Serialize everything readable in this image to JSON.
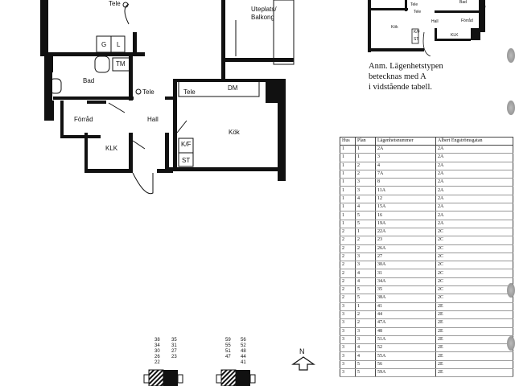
{
  "floor_plan": {
    "rooms": {
      "tele_top": "Tele",
      "balcony": "Uteplats/\nBalkong",
      "g": "G",
      "l": "L",
      "tm": "TM",
      "bad": "Bad",
      "tele_hall": "Tele",
      "dm": "DM",
      "tele_kitchen": "Tele",
      "forrad": "Förråd",
      "hall": "Hall",
      "kok": "Kök",
      "kf": "K/F",
      "st": "ST",
      "klk": "KLK"
    }
  },
  "small_plan": {
    "rooms": {
      "tele1": "Tele",
      "bad": "Bad",
      "tele2": "Tele",
      "hall": "Hall",
      "forrad": "Förråd",
      "kok": "Kök",
      "klk": "KLK",
      "kf": "K/F",
      "st": "ST"
    }
  },
  "note": [
    "Anm. Lägenhetstypen",
    "betecknas med A",
    "i vidstående tabell."
  ],
  "table": {
    "headers": [
      "Hus",
      "Plan",
      "Lägenhetsnummer",
      "Albert Engströmsgatan"
    ],
    "rows": [
      [
        "1",
        "1",
        "2A",
        "2A"
      ],
      [
        "1",
        "1",
        "3",
        "2A"
      ],
      [
        "1",
        "2",
        "4",
        "2A"
      ],
      [
        "1",
        "2",
        "7A",
        "2A"
      ],
      [
        "1",
        "3",
        "8",
        "2A"
      ],
      [
        "1",
        "3",
        "11A",
        "2A"
      ],
      [
        "1",
        "4",
        "12",
        "2A"
      ],
      [
        "1",
        "4",
        "15A",
        "2A"
      ],
      [
        "1",
        "5",
        "16",
        "2A"
      ],
      [
        "1",
        "5",
        "19A",
        "2A"
      ],
      [
        "2",
        "1",
        "22A",
        "2C"
      ],
      [
        "2",
        "2",
        "23",
        "2C"
      ],
      [
        "2",
        "2",
        "26A",
        "2C"
      ],
      [
        "2",
        "3",
        "27",
        "2C"
      ],
      [
        "2",
        "3",
        "30A",
        "2C"
      ],
      [
        "2",
        "4",
        "31",
        "2C"
      ],
      [
        "2",
        "4",
        "34A",
        "2C"
      ],
      [
        "2",
        "5",
        "35",
        "2C"
      ],
      [
        "2",
        "5",
        "38A",
        "2C"
      ],
      [
        "3",
        "1",
        "41",
        "2E"
      ],
      [
        "3",
        "2",
        "44",
        "2E"
      ],
      [
        "3",
        "2",
        "47A",
        "2E"
      ],
      [
        "3",
        "3",
        "48",
        "2E"
      ],
      [
        "3",
        "3",
        "51A",
        "2E"
      ],
      [
        "3",
        "4",
        "52",
        "2E"
      ],
      [
        "3",
        "4",
        "55A",
        "2E"
      ],
      [
        "3",
        "5",
        "56",
        "2E"
      ],
      [
        "3",
        "5",
        "59A",
        "2E"
      ]
    ]
  },
  "key_plan": {
    "house1_left": [
      "38",
      "34",
      "30",
      "26",
      "22"
    ],
    "house1_right": [
      "35",
      "31",
      "27",
      "23"
    ],
    "house2_left": [
      "59",
      "55",
      "51",
      "47"
    ],
    "house2_right": [
      "56",
      "52",
      "48",
      "44",
      "41"
    ],
    "north": "N"
  }
}
